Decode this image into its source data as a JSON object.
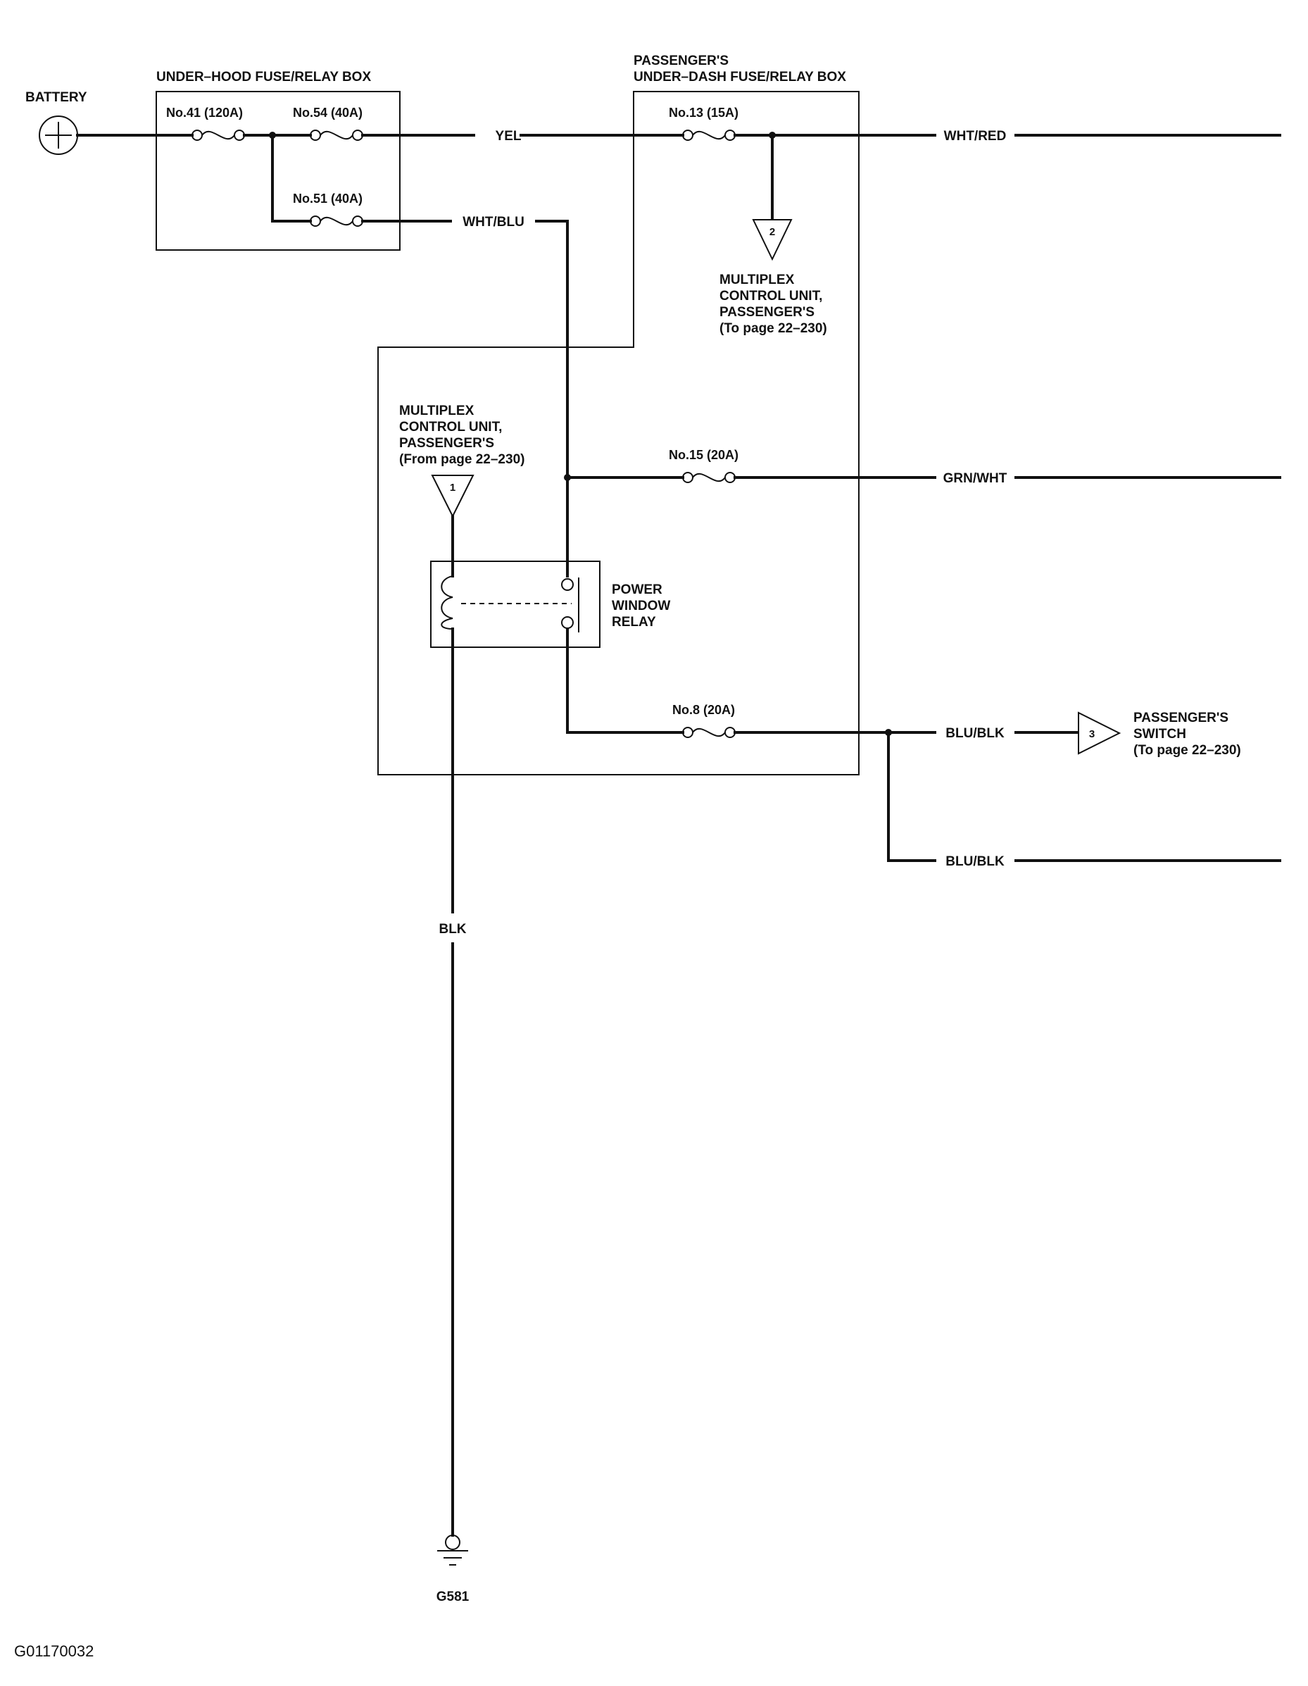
{
  "battery": {
    "label": "BATTERY"
  },
  "underhood_box": {
    "label": "UNDER–HOOD FUSE/RELAY BOX"
  },
  "underdash_box": {
    "label_line1": "PASSENGER'S",
    "label_line2": "UNDER–DASH FUSE/RELAY BOX"
  },
  "fuses": {
    "no41": "No.41 (120A)",
    "no54": "No.54 (40A)",
    "no51": "No.51 (40A)",
    "no13": "No.13 (15A)",
    "no15": "No.15 (20A)",
    "no8": "No.8 (20A)"
  },
  "wires": {
    "yel": "YEL",
    "wht_blu": "WHT/BLU",
    "wht_red": "WHT/RED",
    "grn_wht": "GRN/WHT",
    "blu_blk_1": "BLU/BLK",
    "blu_blk_2": "BLU/BLK",
    "blk": "BLK"
  },
  "connectors": {
    "c1": {
      "number": "1",
      "lines": [
        "MULTIPLEX",
        "CONTROL UNIT,",
        "PASSENGER'S",
        "(From page 22–230)"
      ]
    },
    "c2": {
      "number": "2",
      "lines": [
        "MULTIPLEX",
        "CONTROL UNIT,",
        "PASSENGER'S",
        "(To page 22–230)"
      ]
    },
    "c3": {
      "number": "3",
      "lines": [
        "PASSENGER'S",
        "SWITCH",
        "(To page 22–230)"
      ]
    }
  },
  "relay": {
    "lines": [
      "POWER",
      "WINDOW",
      "RELAY"
    ]
  },
  "ground": {
    "label": "G581"
  },
  "figure_id": "G01170032"
}
